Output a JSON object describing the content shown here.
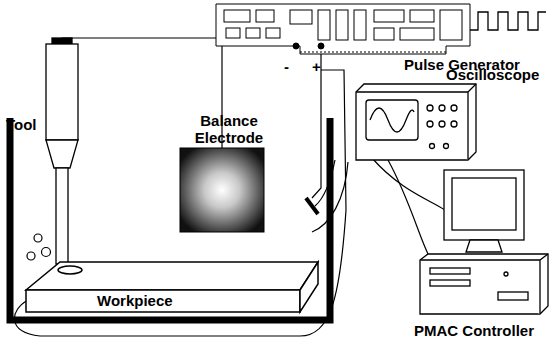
{
  "diagram": {
    "nodes": [
      {
        "text": [
          "Workpiece"
        ]
      }
    ],
    "labels": [
      "Tool",
      "Balance Electrode",
      "-",
      "+",
      "Pulse Generator",
      "Oscilloscope",
      "PMAC Controller"
    ]
  }
}
